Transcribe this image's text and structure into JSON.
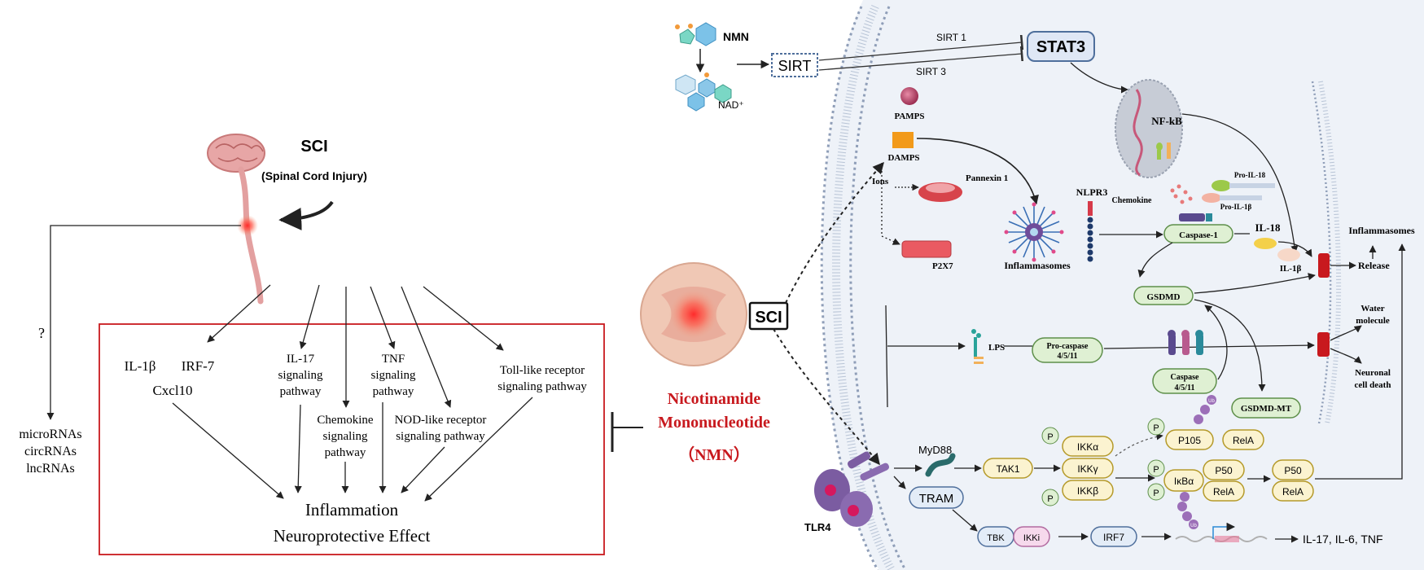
{
  "colors": {
    "accent_red": "#c8191e",
    "cell_fill": "#eef2f8",
    "membrane": "#8f9eb8",
    "pill_green_fill": "#dff0d3",
    "pill_green_stroke": "#5e8f4a",
    "pill_yellow_fill": "#fbf3d0",
    "pill_yellow_stroke": "#b59a2a",
    "pill_pink_fill": "#f6d9ec",
    "pill_pink_stroke": "#b26ba0",
    "pill_blue_fill": "#e3ecf7",
    "pill_blue_stroke": "#4f6f9c",
    "tlr4_purple": "#7b5ca1"
  },
  "left": {
    "sci_title": "SCI",
    "sci_subtitle": "(Spinal Cord Injury)",
    "question": "?",
    "rnas": [
      "microRNAs",
      "circRNAs",
      "lncRNAs"
    ],
    "il1b": "IL-1β",
    "irf7": "IRF-7",
    "cxcl10": "Cxcl10",
    "il17": [
      "IL-17",
      "signaling",
      "pathway"
    ],
    "chemokine": [
      "Chemokine",
      "signaling",
      "pathway"
    ],
    "tnf": [
      "TNF",
      "signaling",
      "pathway"
    ],
    "nod": [
      "NOD-like receptor",
      "signaling pathway"
    ],
    "toll": [
      "Toll-like receptor",
      "signaling pathway"
    ],
    "outcome1": "Inflammation",
    "outcome2": "Neuroprotective Effect"
  },
  "center": {
    "nmn_line1": "Nicotinamide",
    "nmn_line2": "Mononucleotide",
    "nmn_line3": "（NMN）",
    "sci_box": "SCI"
  },
  "right": {
    "nmn": "NMN",
    "nad": "NAD⁺",
    "sirt": "SIRT",
    "sirt1": "SIRT 1",
    "sirt3": "SIRT 3",
    "stat3": "STAT3",
    "pamps": "PAMPS",
    "damps": "DAMPS",
    "ions": "Ions",
    "pannexin": "Pannexin 1",
    "p2x7": "P2X7",
    "nlpr3": "NLPR3",
    "inflammasomes_center": "Inflammasomes",
    "nfkb": "NF-kB",
    "pro_il18": "Pro-IL-18",
    "pro_il1b": "Pro-IL-1β",
    "chemokine": "Chemokine",
    "caspase1": "Caspase-1",
    "il18": "IL-18",
    "il1b": "IL-1β",
    "inflammasomes_right": "Inflammasomes",
    "release": "Release",
    "gsdmd": "GSDMD",
    "water": [
      "Water",
      "molecule"
    ],
    "neuronal": [
      "Neuronal",
      "cell death"
    ],
    "lps": "LPS",
    "pro_caspase": [
      "Pro-caspase",
      "4/5/11"
    ],
    "caspase": [
      "Caspase",
      "4/5/11"
    ],
    "gsdmd_mt": "GSDMD-MT",
    "myd88": "MyD88",
    "tak1": "TAK1",
    "ikka": "IKKα",
    "ikky": "IKKγ",
    "ikkb": "IKKβ",
    "p": "P",
    "ub": "Ub",
    "p105": "P105",
    "rela": "RelA",
    "p50": "P50",
    "ikba": "IκBα",
    "tram": "TRAM",
    "tlr4": "TLR4",
    "tbk": "TBK",
    "ikki": "IKKi",
    "irf7": "IRF7",
    "output": "IL-17,  IL-6, TNF"
  }
}
